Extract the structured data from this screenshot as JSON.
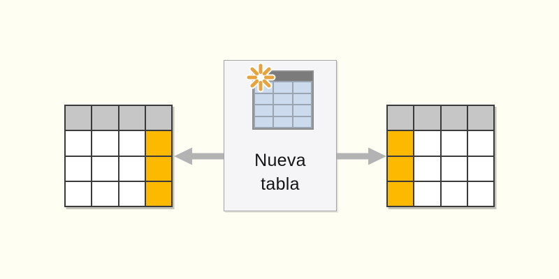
{
  "canvas": {
    "bg": "#FFFEF2"
  },
  "card": {
    "label_lines": [
      "Nueva",
      "tabla"
    ],
    "bg": "#F5F5F7",
    "border_color": "#A3A3A3",
    "text_color": "#141414"
  },
  "icon": {
    "name": "new-table-icon",
    "header_color": "#7B7B7B",
    "cell_color": "#CBDAEC",
    "grid_line_color": "#9AA5B1",
    "border_color": "#8C8C8C",
    "cols": 3,
    "rows": 4,
    "sparkle_color": "#E7A33E",
    "sparkle_halo_color": "#FFFFFF"
  },
  "cell_colors": {
    "header": "#C6C6C6",
    "empty": "#FFFFFF",
    "highlight": "#FDB900"
  },
  "table_border_color": "#3A3A3A",
  "tables": {
    "left": {
      "description": "table-with-last-column-highlighted",
      "cells": [
        [
          "header",
          "header",
          "header",
          "header"
        ],
        [
          "empty",
          "empty",
          "empty",
          "highlight"
        ],
        [
          "empty",
          "empty",
          "empty",
          "highlight"
        ],
        [
          "empty",
          "empty",
          "empty",
          "highlight"
        ]
      ]
    },
    "right": {
      "description": "table-with-first-column-highlighted",
      "cells": [
        [
          "header",
          "header",
          "header",
          "header"
        ],
        [
          "highlight",
          "empty",
          "empty",
          "empty"
        ],
        [
          "highlight",
          "empty",
          "empty",
          "empty"
        ],
        [
          "highlight",
          "empty",
          "empty",
          "empty"
        ]
      ]
    }
  },
  "arrows": {
    "color": "#B3B3B3",
    "directions": [
      "left",
      "right"
    ]
  }
}
